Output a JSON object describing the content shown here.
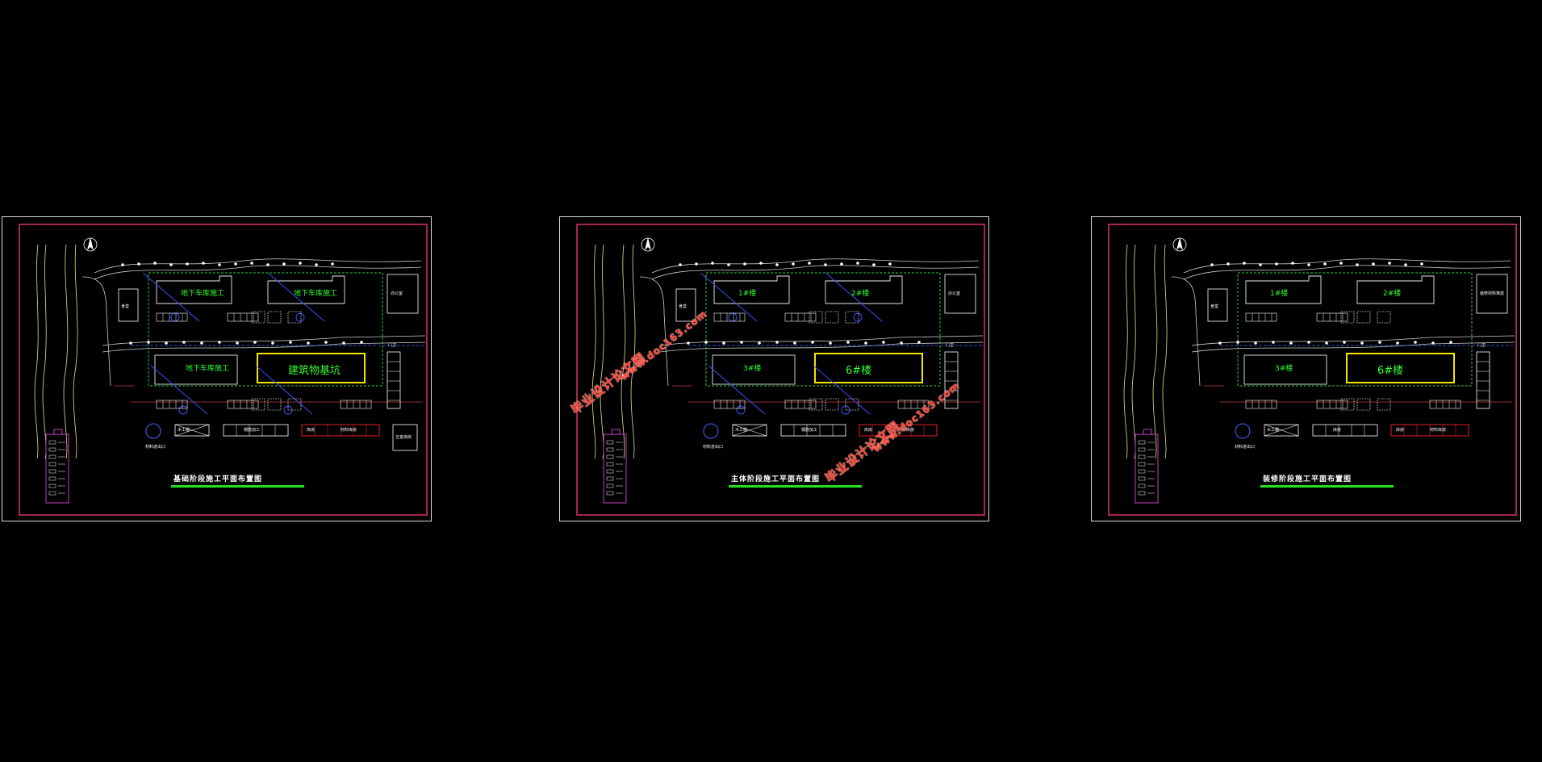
{
  "colors": {
    "background": "#000000",
    "outer_frame": "#d9d9d9",
    "inner_frame": "#e0306a",
    "site_line": "#2ecc40",
    "building_line": "#e8e8e8",
    "highlight_building": "#f5e600",
    "crane_line": "#3a52ff",
    "road_line": "#e8e08a",
    "title_bar": "#22e022",
    "watermark": "#ff3b2a",
    "legend_box": "#c040c0",
    "stores": "#e02020"
  },
  "icons": [
    "north-arrow-icon",
    "tower-crane-icon",
    "light-pole-icon",
    "gate-icon"
  ],
  "sheets": [
    {
      "title": "基础阶段施工平面布置图",
      "upper_left_building": "地下车库施工",
      "upper_right_building": "地下车库施工",
      "lower_left_building": "地下车库施工",
      "lower_right_building": "建筑物基坑",
      "lower_right_big": true,
      "right_room_1": "办公室",
      "right_room_2": "门卫",
      "gate_label": "材料进出口",
      "bottom_store_1": "木工棚",
      "bottom_store_2": "钢筋加工",
      "bottom_store_3": "库房",
      "bottom_store_4": "材料库房",
      "corner_room": "五金库房",
      "left_room": "食堂"
    },
    {
      "title": "主体阶段施工平面布置图",
      "upper_left_building": "1#楼",
      "upper_right_building": "2#楼",
      "lower_left_building": "3#楼",
      "lower_right_building": "6#楼",
      "lower_right_big": true,
      "right_room_1": "办公室",
      "right_room_2": "门卫",
      "gate_label": "材料进出口",
      "bottom_store_1": "木工棚",
      "bottom_store_2": "钢筋加工",
      "bottom_store_3": "库房",
      "bottom_store_4": "材料库房",
      "corner_room": "",
      "left_room": "食堂"
    },
    {
      "title": "装修阶段施工平面布置图",
      "upper_left_building": "1#楼",
      "upper_right_building": "2#楼",
      "lower_left_building": "3#楼",
      "lower_right_building": "6#楼",
      "lower_right_big": true,
      "right_room_1": "装修材料堆放",
      "right_room_2": "门卫",
      "gate_label": "材料进出口",
      "bottom_store_1": "木工棚",
      "bottom_store_2": "库房",
      "bottom_store_3": "库房",
      "bottom_store_4": "材料库房",
      "corner_room": "",
      "left_room": "食堂"
    }
  ],
  "watermark": {
    "line1": "毕业设计论文网",
    "line2": "www.doc163.com"
  }
}
